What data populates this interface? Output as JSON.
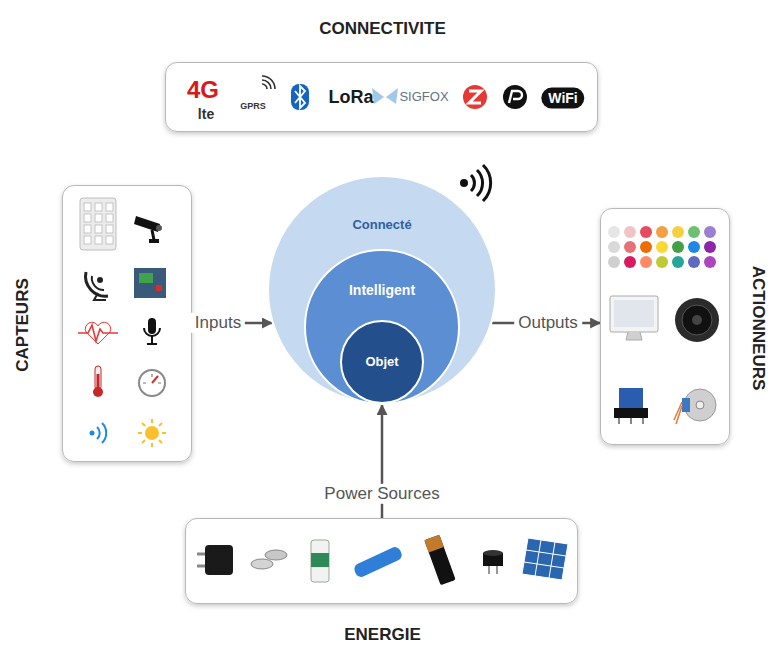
{
  "diagram": {
    "nodes": [
      {
        "text": [
          "CONNECTIVITE",
          "4G",
          "lte",
          "GPRS",
          "LoRa",
          "SIGFOX",
          "WiFi"
        ]
      },
      {
        "text": [
          "CAPTEURS"
        ]
      },
      {
        "text": [
          "Connecté"
        ]
      },
      {
        "text": [
          "Intelligent"
        ],
        "in": 2
      },
      {
        "text": [
          "Objet"
        ],
        "in": 3
      },
      {
        "text": [
          "ACTIONNEURS"
        ]
      },
      {
        "text": [
          "ENERGIE"
        ]
      }
    ],
    "edges": [
      {
        "from": 1,
        "to": 2,
        "arrow": "to",
        "label": "Inputs"
      },
      {
        "from": 2,
        "to": 5,
        "arrow": "to",
        "label": "Outputs"
      },
      {
        "from": 6,
        "to": 2,
        "arrow": "to",
        "label": "Power Sources"
      }
    ]
  }
}
